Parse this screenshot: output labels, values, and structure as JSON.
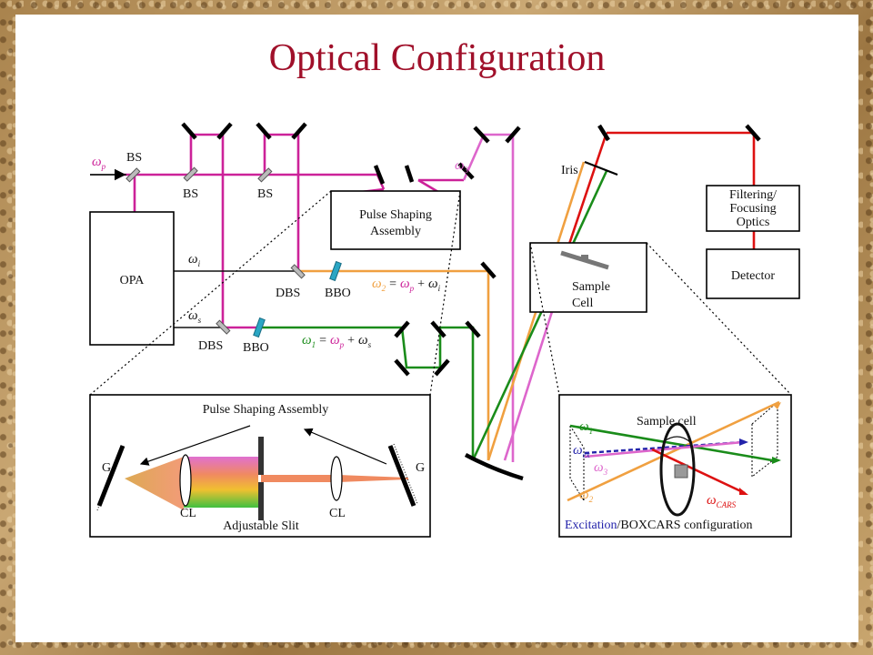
{
  "title": "Optical Configuration",
  "labels": {
    "bs": "BS",
    "dbs": "DBS",
    "bbo": "BBO",
    "opa": "OPA",
    "pulse_shaping_assembly": "Pulse Shaping Assembly",
    "iris": "Iris",
    "sample_cell": "Sample Cell",
    "filtering_optics": "Filtering/ Focusing Optics",
    "detector": "Detector",
    "grating": "G",
    "cylindrical_lens": "CL",
    "adjustable_slit": "Adjustable Slit",
    "inset_sample_cell": "Sample cell",
    "config_excitation": "Excitation",
    "config_rest": "/BOXCARS configuration"
  },
  "beams": {
    "omega": "ω",
    "sub_p": "p",
    "sub_i": "i",
    "sub_s": "s",
    "sub_1": "1",
    "sub_2": "2",
    "sub_3": "3",
    "sub_ex": "ex",
    "sub_cars": "CARS",
    "eq_equals": "=",
    "eq_plus": "+"
  },
  "colors": {
    "title": "#a0102a",
    "pump": "#cc2299",
    "omega1": "#1a8c1a",
    "omega2": "#f0a040",
    "omega3": "#dd66cc",
    "idler": "#111111",
    "cars": "#dd1111",
    "excitation": "#2222aa"
  }
}
